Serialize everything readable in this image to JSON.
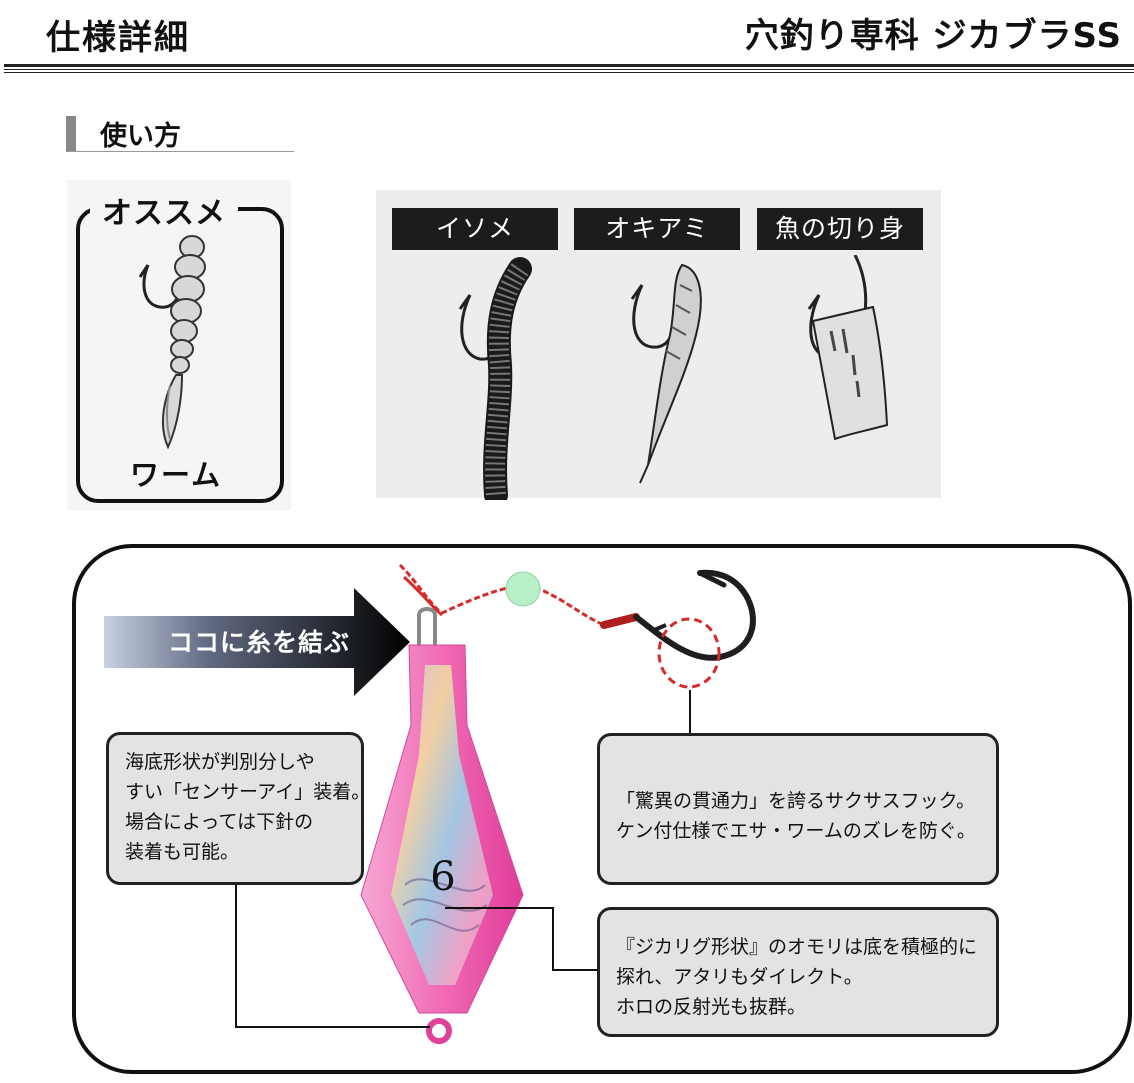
{
  "header": {
    "left_title": "仕様詳細",
    "right_title": "穴釣り専科 ジカブラSS"
  },
  "section": {
    "title": "使い方"
  },
  "recommend": {
    "title": "オススメ",
    "label": "ワーム"
  },
  "baits": [
    {
      "label": "イソメ"
    },
    {
      "label": "オキアミ"
    },
    {
      "label": "魚の切り身"
    }
  ],
  "diagram": {
    "arrow_label": "ココに糸を結ぶ",
    "weight_number": "6",
    "callout_left": [
      "海底形状が判別分しや",
      "すい「センサーアイ」装着。",
      "場合によっては下針の",
      "装着も可能。"
    ],
    "callout_right_top": [
      "「驚異の貫通力」を誇るサクサスフック。",
      "ケン付仕様でエサ・ワームのズレを防ぐ。"
    ],
    "callout_right_bottom": [
      "『ジカリグ形状』のオモリは底を積極的に",
      "探れ、アタリもダイレクト。",
      "ホロの反射光も抜群。"
    ]
  },
  "colors": {
    "accent_pink": "#f06bb5",
    "line_red": "#d82a2a",
    "bead_green": "#b8f0c8",
    "callout_gray": "#e3e3e3"
  }
}
